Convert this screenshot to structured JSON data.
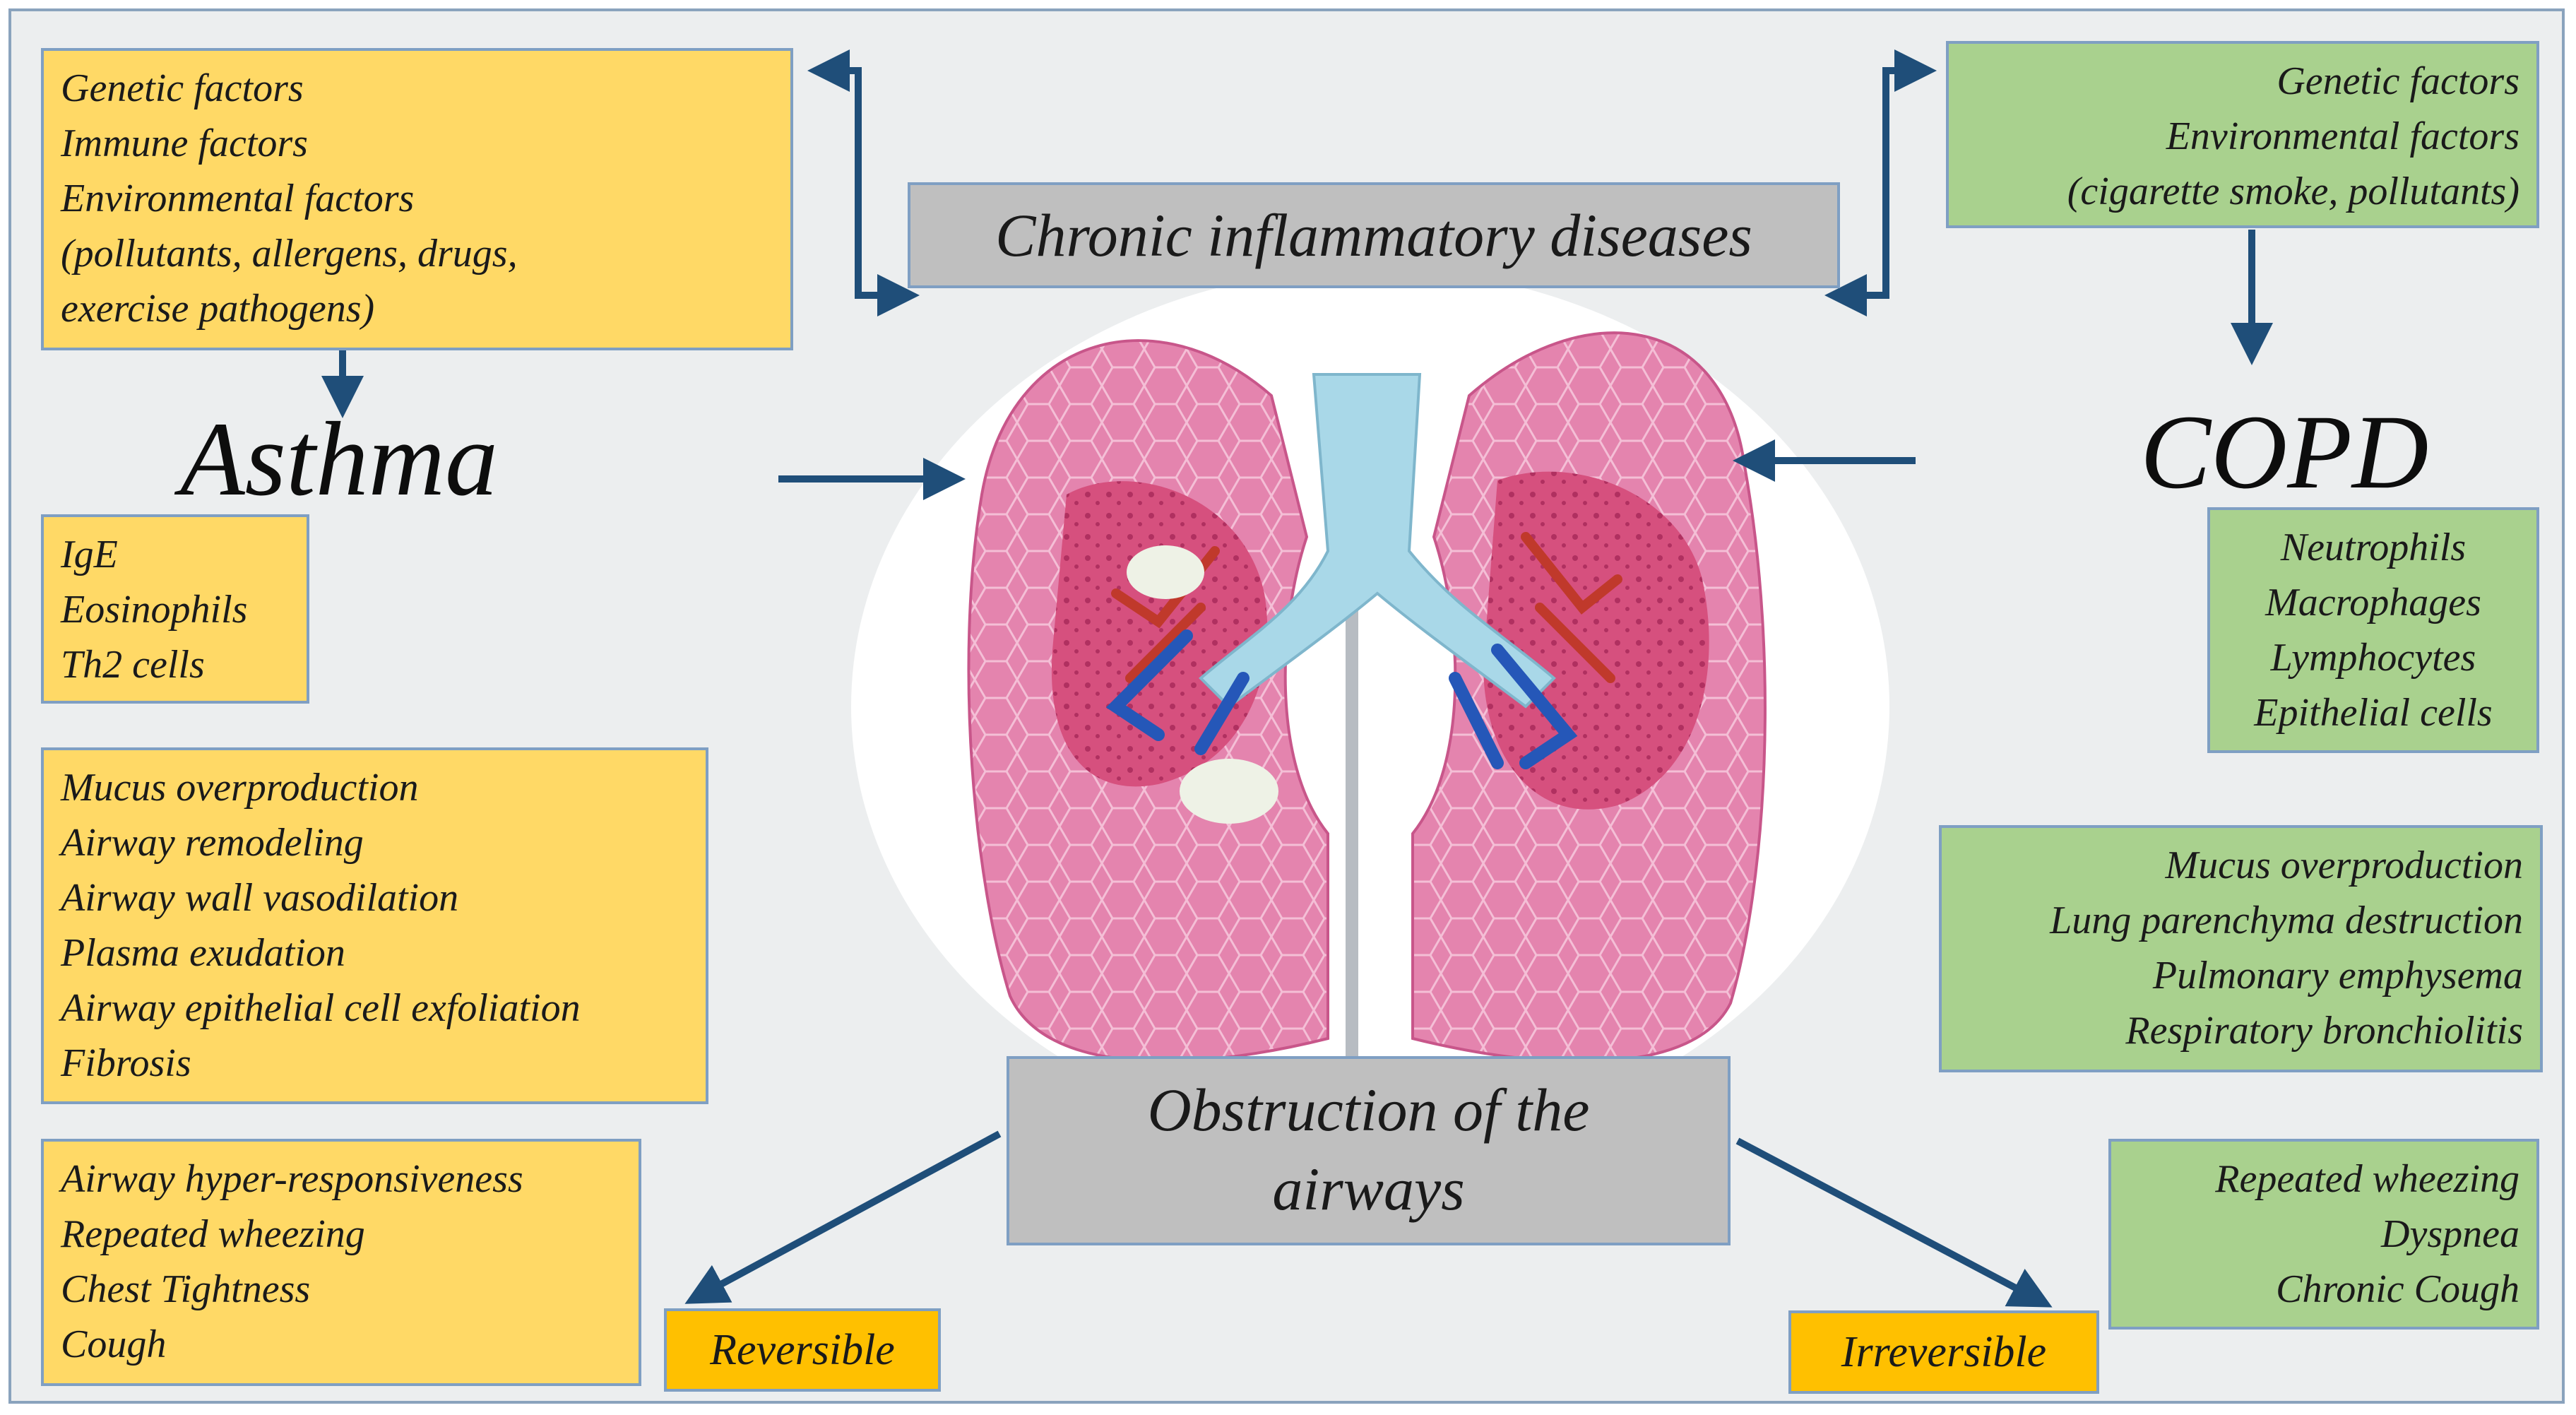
{
  "center": {
    "title": "Chronic inflammatory diseases",
    "obstruction": [
      "Obstruction of the",
      "airways"
    ]
  },
  "asthma": {
    "label": "Asthma",
    "factors": [
      "Genetic factors",
      "Immune factors",
      "Environmental factors",
      "(pollutants, allergens, drugs,",
      "exercise  pathogens)"
    ],
    "cells": [
      "IgE",
      "Eosinophils",
      "Th2 cells"
    ],
    "pathology": [
      "Mucus overproduction",
      "Airway remodeling",
      "Airway wall vasodilation",
      "Plasma exudation",
      "Airway epithelial cell exfoliation",
      "Fibrosis"
    ],
    "symptoms": [
      "Airway hyper-responsiveness",
      "Repeated wheezing",
      "Chest Tightness",
      "Cough"
    ],
    "outcome": "Reversible"
  },
  "copd": {
    "label": "COPD",
    "factors": [
      "Genetic factors",
      "Environmental factors",
      "(cigarette  smoke, pollutants)"
    ],
    "cells": [
      "Neutrophils",
      "Macrophages",
      "Lymphocytes",
      "Epithelial cells"
    ],
    "pathology": [
      "Mucus overproduction",
      "Lung parenchyma destruction",
      "Pulmonary emphysema",
      "Respiratory bronchiolitis"
    ],
    "symptoms": [
      "Repeated wheezing",
      "Dyspnea",
      "Chronic Cough"
    ],
    "outcome": "Irreversible"
  },
  "colors": {
    "asthma_box": "#ffd966",
    "copd_box": "#a9d18e",
    "neutral_box": "#bfbfbf",
    "outcome_box": "#ffc000",
    "arrow": "#1f4e79",
    "lung_pink": "#e07aa4",
    "airway_blue": "#a9d8e8"
  }
}
